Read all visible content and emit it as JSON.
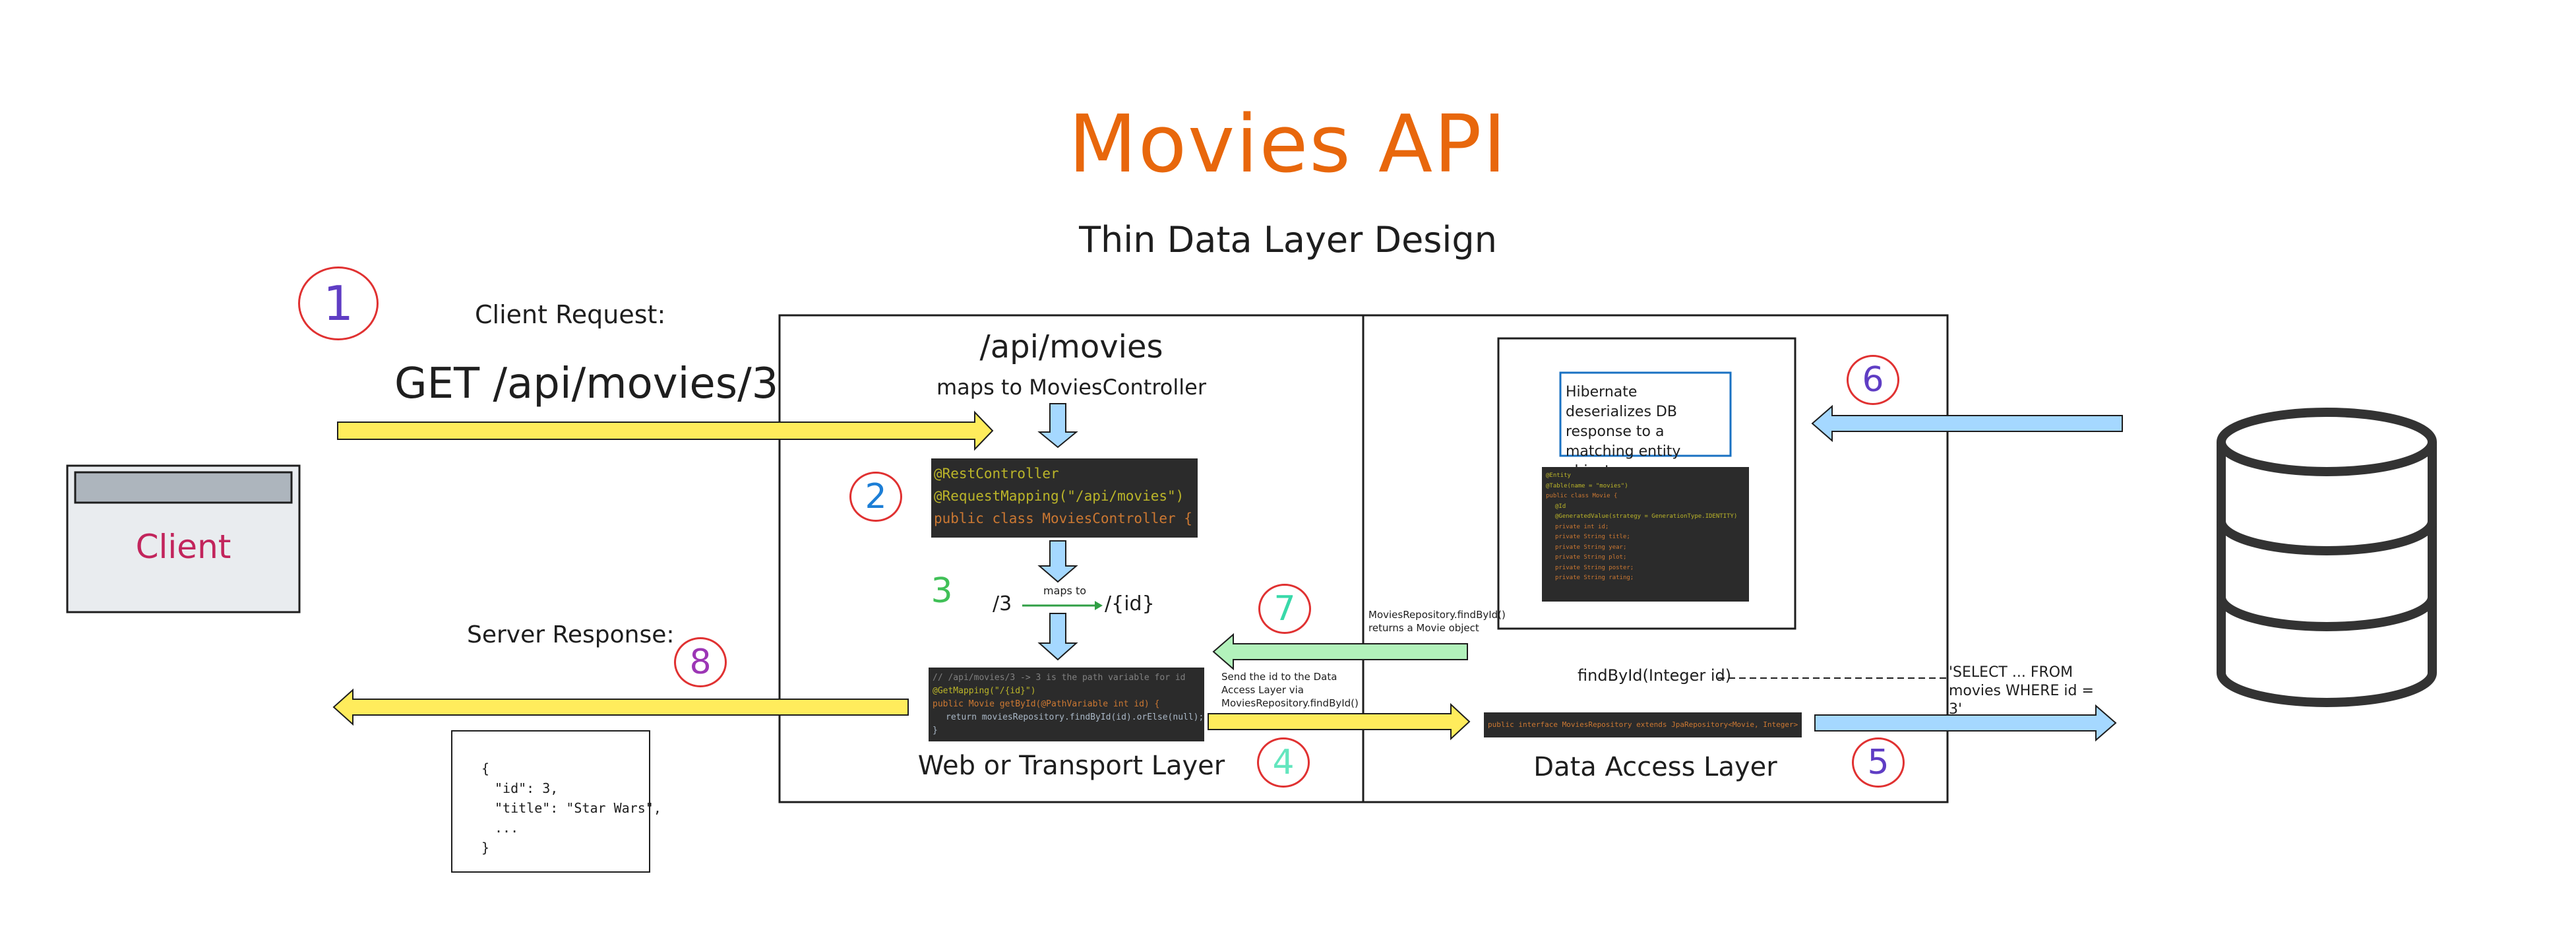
{
  "header": {
    "title": "Movies API",
    "subtitle": "Thin Data Layer Design"
  },
  "client": {
    "request_label": "Client Request:",
    "request_line": "GET /api/movies/3",
    "box_label": "Client",
    "response_label": "Server Response:",
    "response_json": [
      "{",
      "\"id\": 3,",
      "\"title\": \"Star Wars\",",
      "...",
      "}"
    ]
  },
  "web_layer": {
    "route": "/api/movies",
    "route_note": "maps to MoviesController",
    "controller_code": [
      "@RestController",
      "@RequestMapping(\"/api/movies\")",
      "public class MoviesController {"
    ],
    "path_left": "/3",
    "path_maps": "maps to",
    "path_right": "/{id}",
    "method_code": [
      "// /api/movies/3 -> 3 is the path variable for id",
      "@GetMapping(\"/{id}\")",
      "public Movie getById(@PathVariable int id) {",
      "return moviesRepository.findById(id).orElse(null);",
      "}"
    ],
    "label": "Web or Transport Layer"
  },
  "data_layer": {
    "hibernate_note": "Hibernate deserializes DB response to a matching entity object",
    "entity_code": [
      "@Entity",
      "@Table(name = \"movies\")",
      "public class Movie {",
      "",
      "@Id",
      "@GeneratedValue(strategy = GenerationType.IDENTITY)",
      "private int id;",
      "private String title;",
      "private String year;",
      "private String plot;",
      "private String poster;",
      "private String rating;"
    ],
    "find_call": "findById(Integer id)",
    "repo_code": "public interface MoviesRepository extends JpaRepository<Movie, Integer> {",
    "label": "Data Access Layer"
  },
  "arrows": {
    "send_note": "Send the id to the Data Access Layer via MoviesRepository.findById()",
    "return_note": "MoviesRepository.findById() returns a Movie object",
    "sql_note": "'SELECT ... FROM movies WHERE id = 3'"
  },
  "steps": [
    "1",
    "2",
    "3",
    "4",
    "5",
    "6",
    "7",
    "8"
  ],
  "colors": {
    "title": "#e8670c",
    "yellow_arrow": "#ffec5c",
    "blue_arrow": "#a5d8ff",
    "green_arrow": "#b2f2bb",
    "client_label": "#c2255c",
    "step_circle": "#e03131"
  },
  "icons": {
    "database": "database-icon",
    "client_window": "window-icon"
  }
}
